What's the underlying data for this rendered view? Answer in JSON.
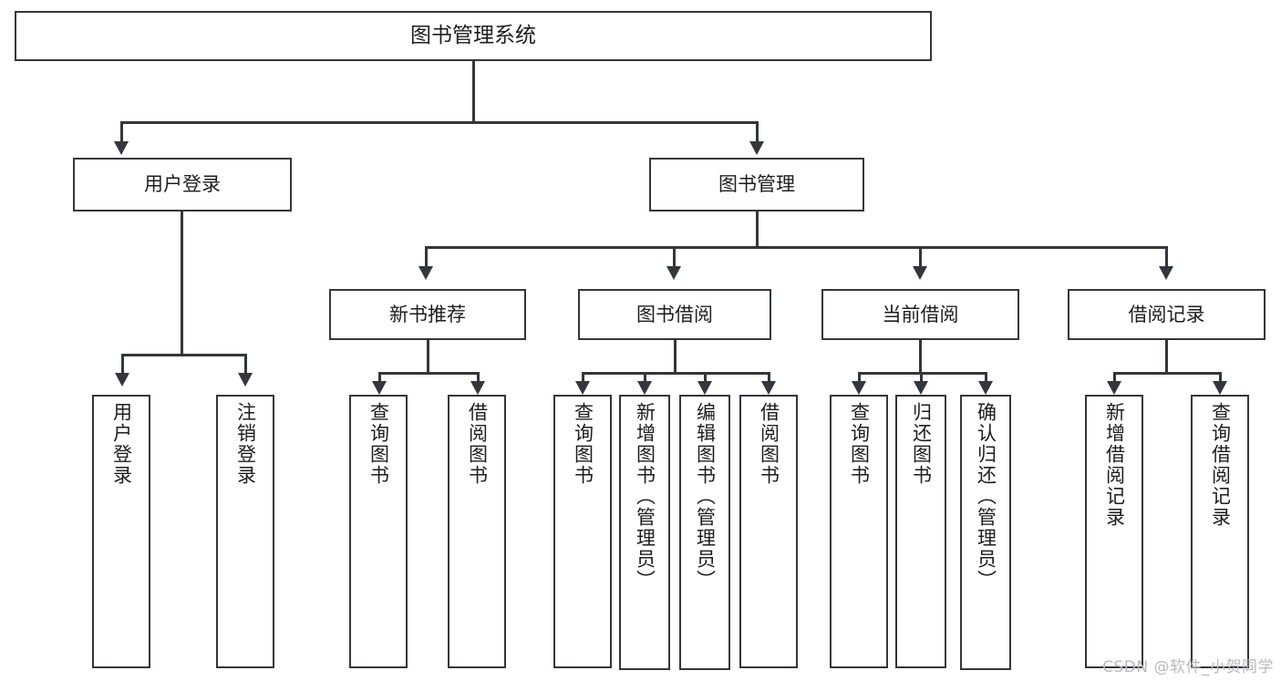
{
  "diagram": {
    "title": "图书管理系统",
    "type": "tree-hierarchy",
    "root": {
      "label": "图书管理系统"
    },
    "level1": [
      {
        "label": "用户登录"
      },
      {
        "label": "图书管理"
      }
    ],
    "level2": [
      {
        "label": "新书推荐"
      },
      {
        "label": "图书借阅"
      },
      {
        "label": "当前借阅"
      },
      {
        "label": "借阅记录"
      }
    ],
    "leaves": {
      "user_login": [
        {
          "label": "用户登录"
        },
        {
          "label": "注销登录"
        }
      ],
      "new_book_recommend": [
        {
          "label": "查询图书"
        },
        {
          "label": "借阅图书"
        }
      ],
      "book_borrow": [
        {
          "label": "查询图书"
        },
        {
          "label": "新增图书（管理员）"
        },
        {
          "label": "编辑图书（管理员）"
        },
        {
          "label": "借阅图书"
        }
      ],
      "current_borrow": [
        {
          "label": "查询图书"
        },
        {
          "label": "归还图书"
        },
        {
          "label": "确认归还（管理员）"
        }
      ],
      "borrow_record": [
        {
          "label": "新增借阅记录"
        },
        {
          "label": "查询借阅记录"
        }
      ]
    }
  },
  "watermark": {
    "text": "CSDN @软件_小贺同学"
  },
  "colors": {
    "stroke": "#33373b",
    "background": "#ffffff",
    "text": "#1d1d1d",
    "watermark": "#b9b9b9"
  }
}
